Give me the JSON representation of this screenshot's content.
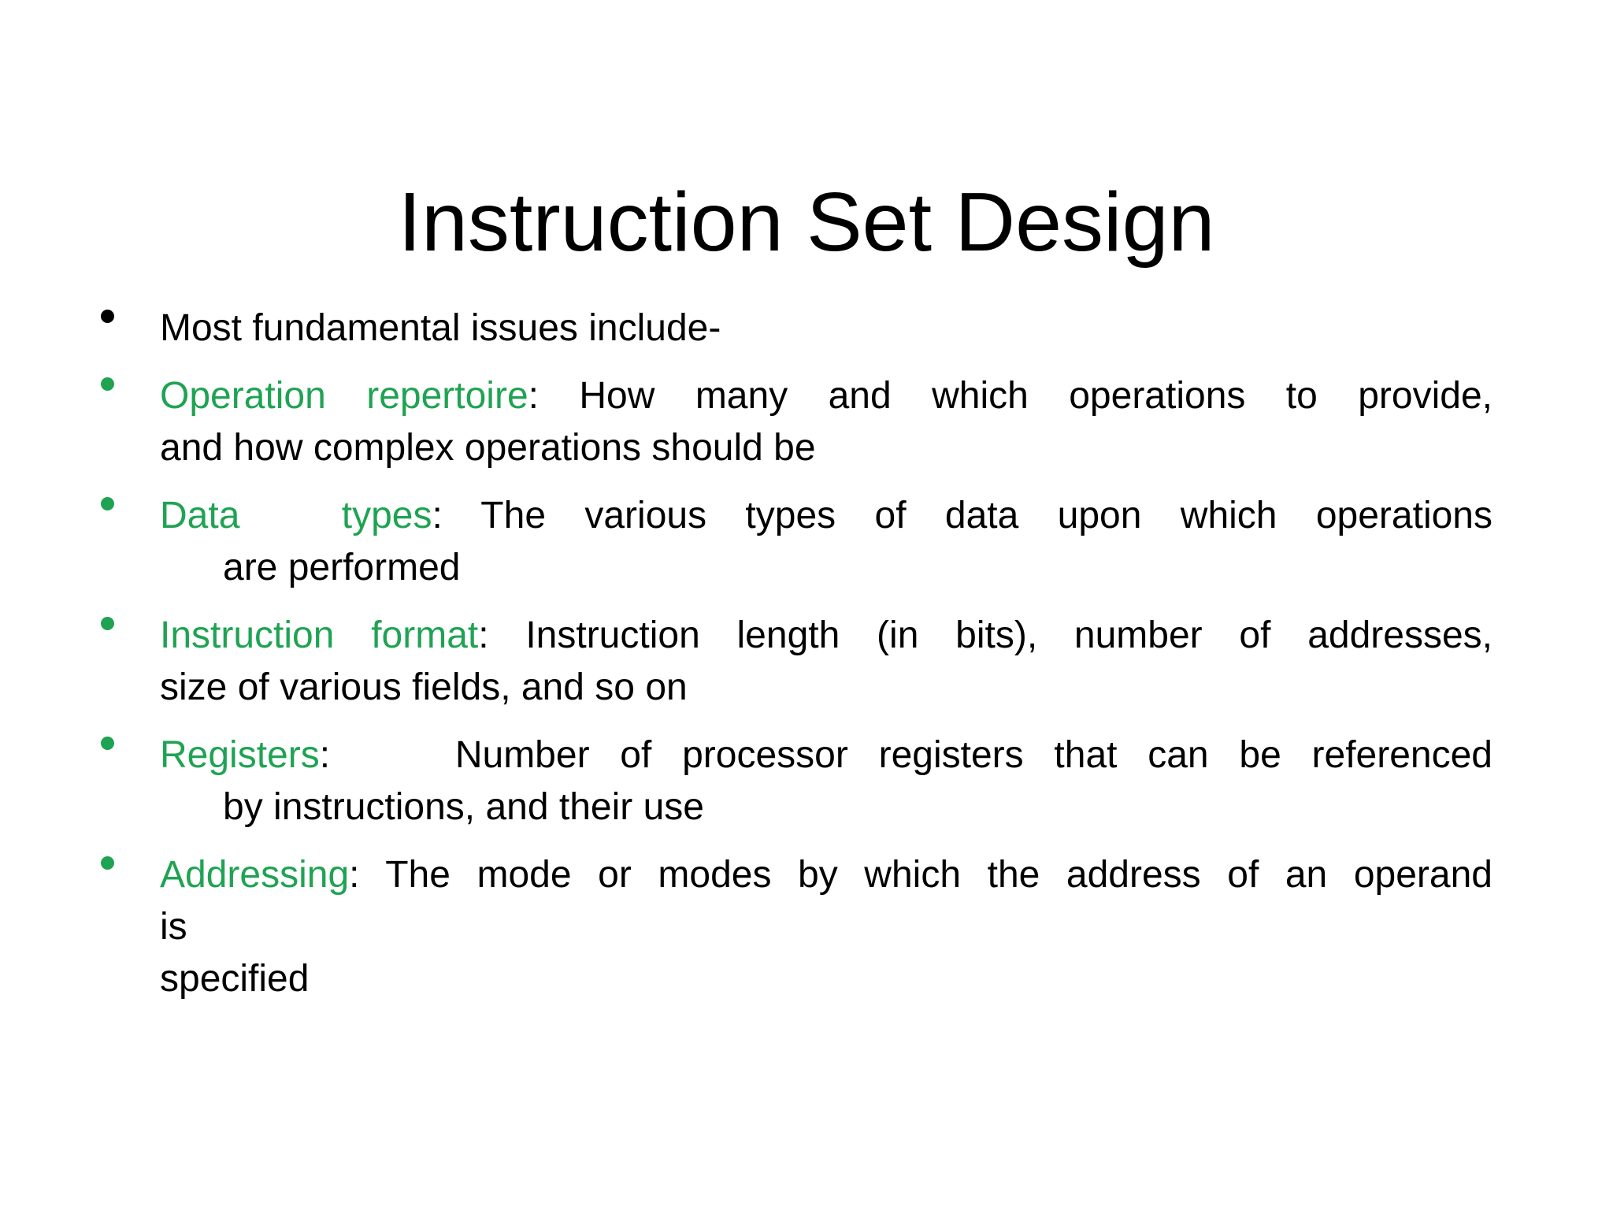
{
  "slide": {
    "title": "Instruction Set Design",
    "colors": {
      "green": "#1fa353",
      "text": "#000000",
      "background": "#ffffff"
    },
    "bullets": [
      {
        "lines": [
          {
            "segments": [
              {
                "t": "Most fundamental issues include-"
              }
            ]
          }
        ]
      },
      {
        "lines": [
          {
            "segments": [
              {
                "t": "Operation repertoire"
              },
              {
                "t": ": How many and which operations to provide,"
              }
            ]
          },
          {
            "segments": [
              {
                "t": "and how complex operations should be"
              }
            ]
          }
        ]
      },
      {
        "lines": [
          {
            "segments": [
              {
                "t": "Data "
              },
              {
                "t": "types"
              },
              {
                "t": ": The various types of data upon which operations"
              }
            ]
          },
          {
            "segments": [
              {
                "t": "are performed"
              }
            ]
          }
        ]
      },
      {
        "lines": [
          {
            "segments": [
              {
                "t": "Instruction format"
              },
              {
                "t": ": Instruction length (in bits), number of addresses,"
              }
            ]
          },
          {
            "segments": [
              {
                "t": "size of various fields, and so on"
              }
            ]
          }
        ]
      },
      {
        "lines": [
          {
            "segments": [
              {
                "t": "Registers"
              },
              {
                "t": ":"
              },
              {
                "t": " Number of processor registers that can be referenced"
              }
            ]
          },
          {
            "segments": [
              {
                "t": "by instructions, and their use"
              }
            ]
          }
        ]
      },
      {
        "lines": [
          {
            "segments": [
              {
                "t": "Addressing"
              },
              {
                "t": ": The mode or modes by which the address of an operand"
              }
            ]
          },
          {
            "segments": [
              {
                "t": "is"
              }
            ]
          },
          {
            "segments": [
              {
                "t": "specified"
              }
            ]
          }
        ]
      }
    ]
  }
}
